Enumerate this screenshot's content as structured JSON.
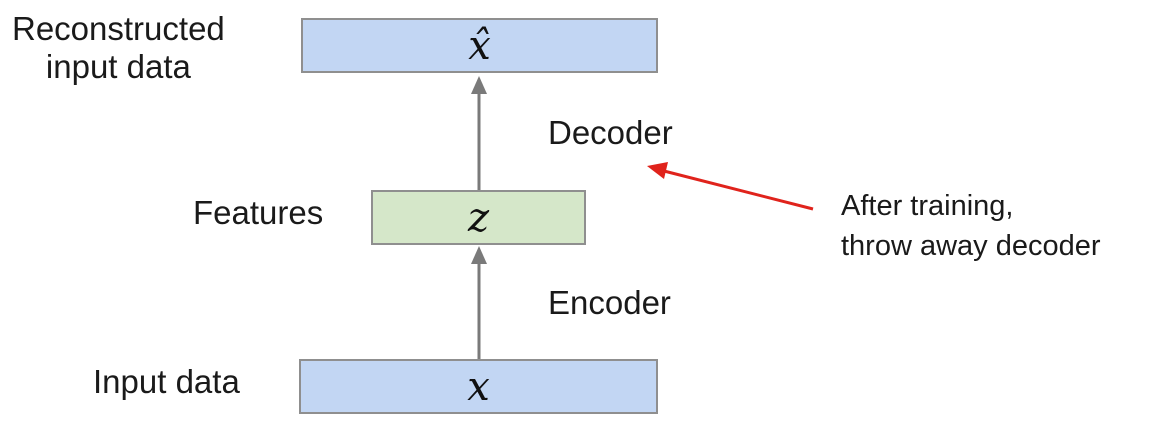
{
  "labels": {
    "reconstructed": [
      "Reconstructed",
      "input data"
    ],
    "features": "Features",
    "input": "Input data",
    "decoder": "Decoder",
    "encoder": "Encoder"
  },
  "boxes": {
    "top": {
      "symbol": "x̂",
      "color": "#c2d6f3"
    },
    "middle": {
      "symbol": "z",
      "color": "#d5e7c9"
    },
    "bottom": {
      "symbol": "x",
      "color": "#c2d6f3"
    }
  },
  "annotation": {
    "lines": [
      "After training,",
      "throw away decoder"
    ],
    "arrow_color": "#e0231c"
  }
}
